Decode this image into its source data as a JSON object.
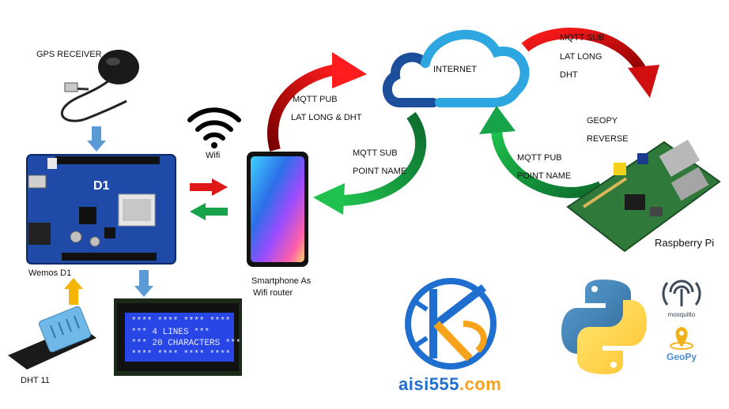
{
  "labels": {
    "gps_receiver": "GPS RECEIVER",
    "wifi": "Wifi",
    "wemos": "Wemos D1",
    "dht11": "DHT 11",
    "smartphone_line1": "Smartphone As",
    "smartphone_line2": "Wifi router",
    "internet": "INTERNET",
    "raspberry_pi": "Raspberry Pi"
  },
  "flows": {
    "pub_latlong_title": "MQTT PUB",
    "pub_latlong_body": "LAT LONG & DHT",
    "sub_point_title": "MQTT SUB",
    "sub_point_body": "POINT NAME",
    "sub_latlong_title": "MQTT SUB",
    "sub_latlong_l1": "LAT LONG",
    "sub_latlong_l2": "DHT",
    "geopy_l1": "GEOPY",
    "geopy_l2": "REVERSE",
    "pub_point_title": "MQTT PUB",
    "pub_point_body": "POINT NAME"
  },
  "board": {
    "name": "D1"
  },
  "lcd": {
    "line1": "**** **** **** ****",
    "line2": "***  4 LINES  ***",
    "line3": "*** 20 CHARACTERS ***",
    "line4": "**** **** **** ****"
  },
  "logos": {
    "brand_part1": "aisi555",
    "brand_part2": ".com",
    "mosquitto": "mosquitto",
    "geopy": "GeoPy"
  },
  "colors": {
    "arrow_red": "#e01818",
    "arrow_green": "#17a34a",
    "arrow_blue": "#5b9bd5",
    "arrow_orange": "#f5b400",
    "cloud_dark": "#1b4f9c",
    "cloud_light": "#2ea6e0",
    "brand_blue": "#1f6fd1",
    "brand_orange": "#f7a21b"
  }
}
